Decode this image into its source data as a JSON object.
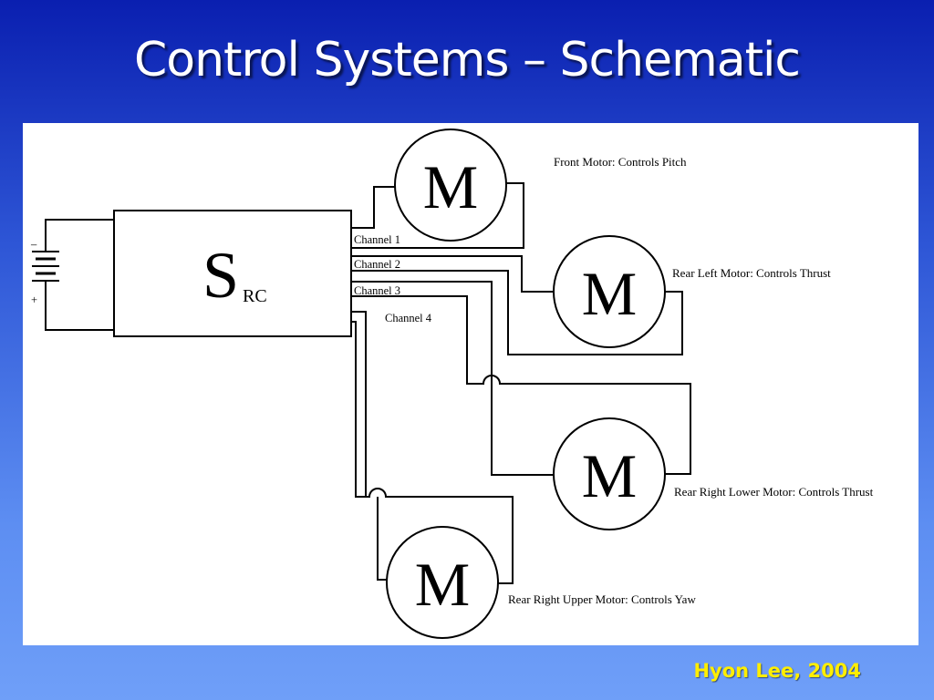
{
  "slide": {
    "title": "Control Systems – Schematic",
    "credit": "Hyon Lee, 2004"
  },
  "colors": {
    "title_text": "#ffffff",
    "credit_text": "#ffee00",
    "background_top": "#0a1fb0",
    "background_bottom": "#6f9ff8",
    "diagram_background": "#ffffff"
  },
  "diagram": {
    "battery": {
      "minus": "–",
      "plus": "+"
    },
    "receiver": {
      "symbol": "S",
      "subscript": "RC"
    },
    "channels": [
      "Channel 1",
      "Channel 2",
      "Channel 3",
      "Channel 4"
    ],
    "motors": [
      {
        "symbol": "M",
        "label": "Front Motor:  Controls Pitch"
      },
      {
        "symbol": "M",
        "label": "Rear Left Motor:  Controls Thrust"
      },
      {
        "symbol": "M",
        "label": "Rear Right Lower Motor:  Controls Thrust"
      },
      {
        "symbol": "M",
        "label": "Rear Right Upper Motor:  Controls Yaw"
      }
    ]
  }
}
